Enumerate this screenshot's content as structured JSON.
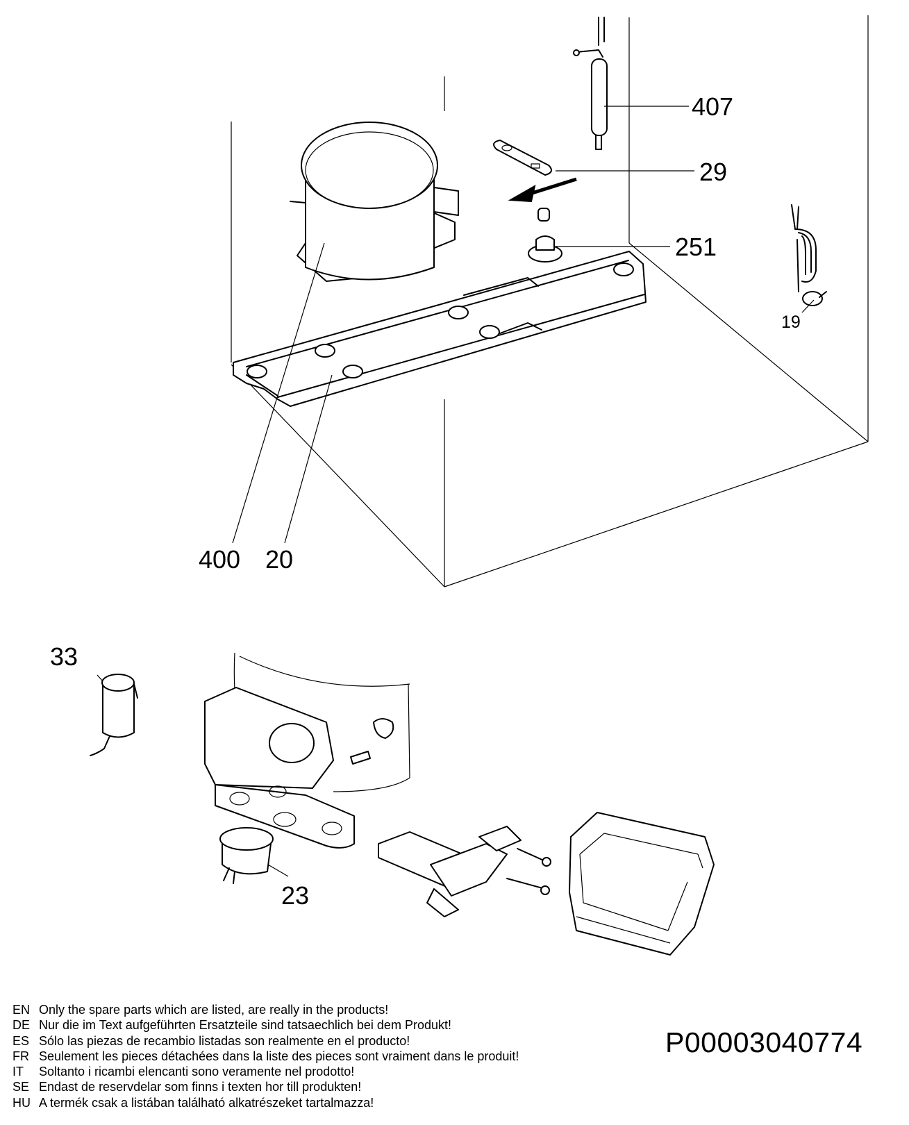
{
  "callouts": {
    "c407": "407",
    "c29": "29",
    "c251": "251",
    "c19": "19",
    "c400": "400",
    "c20": "20",
    "c33": "33",
    "c23": "23"
  },
  "notes": [
    {
      "lang": "EN",
      "text": "Only the spare parts which are listed, are really in the products!"
    },
    {
      "lang": "DE",
      "text": "Nur die im Text aufgeführten Ersatzteile sind tatsaechlich bei dem Produkt!"
    },
    {
      "lang": "ES",
      "text": "Sólo las piezas de recambio  listadas son realmente en el producto!"
    },
    {
      "lang": "FR",
      "text": "Seulement les pieces détachées dans la liste des pieces sont vraiment dans le produit!"
    },
    {
      "lang": "IT",
      "text": "Soltanto i ricambi elencanti sono veramente nel prodotto!"
    },
    {
      "lang": "SE",
      "text": "Endast de reservdelar som finns i texten hor till produkten!"
    },
    {
      "lang": "HU",
      "text": "A termék csak a listában található alkatrészeket tartalmazza!"
    }
  ],
  "document_code": "P00003040774"
}
